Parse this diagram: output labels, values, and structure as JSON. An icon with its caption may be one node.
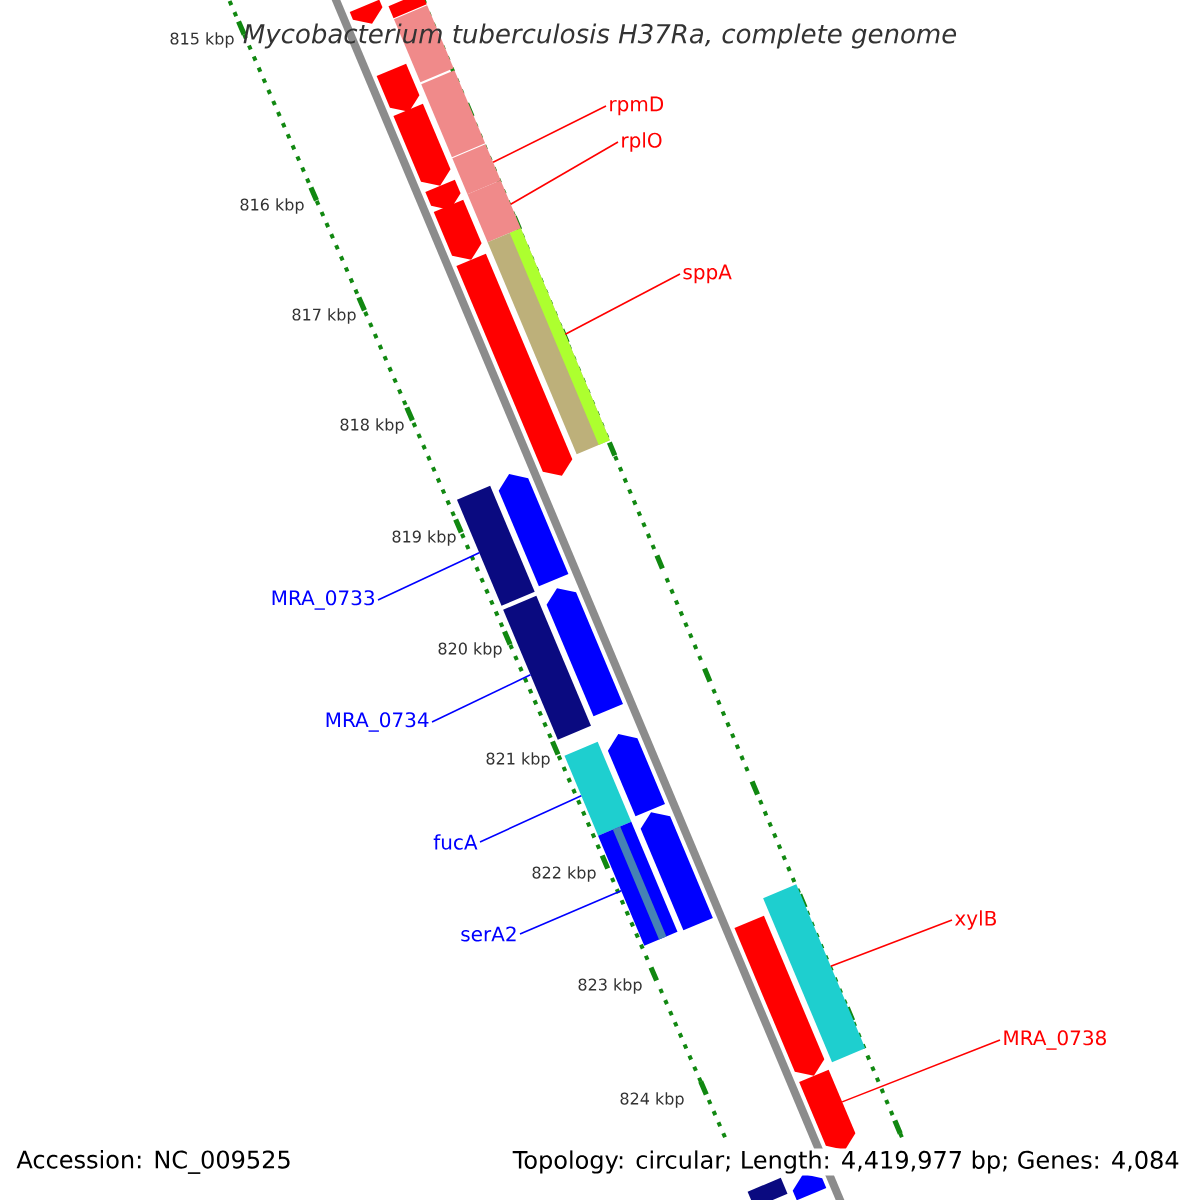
{
  "diagram": {
    "title": "Mycobacterium tuberculosis H37Ra, complete genome",
    "nodes": [
      {
        "text": [
          "rpmD"
        ]
      },
      {
        "text": [
          "rplO"
        ]
      },
      {
        "text": [
          "sppA"
        ]
      },
      {
        "text": [
          "MRA_0733"
        ]
      },
      {
        "text": [
          "MRA_0734"
        ]
      },
      {
        "text": [
          "fucA"
        ]
      },
      {
        "text": [
          "serA2"
        ]
      },
      {
        "text": [
          "xylB"
        ]
      },
      {
        "text": [
          "MRA_0738"
        ]
      },
      {
        "text": [],
        "shape": "bar"
      },
      {
        "text": [],
        "shape": "arrow"
      },
      {
        "text": [],
        "shape": "bar"
      },
      {
        "text": [],
        "shape": "arrow"
      },
      {
        "text": [],
        "shape": "bar"
      },
      {
        "text": [],
        "shape": "arrow"
      },
      {
        "text": [],
        "shape": "bar"
      },
      {
        "text": [],
        "shape": "arrow"
      },
      {
        "text": [],
        "shape": "arrow"
      },
      {
        "text": [],
        "shape": "bar"
      },
      {
        "text": [],
        "shape": "bar"
      },
      {
        "text": [],
        "shape": "arrow"
      },
      {
        "text": [],
        "shape": "bar"
      },
      {
        "text": [],
        "shape": "arrow"
      },
      {
        "text": [],
        "shape": "bar"
      },
      {
        "text": [],
        "shape": "arrow"
      },
      {
        "text": [],
        "shape": "bar"
      },
      {
        "text": [],
        "shape": "arrow"
      },
      {
        "text": [],
        "shape": "bar"
      },
      {
        "text": [],
        "shape": "arrow"
      },
      {
        "text": [],
        "shape": "bar"
      },
      {
        "text": [],
        "shape": "arrow"
      },
      {
        "text": [],
        "shape": "arrow"
      },
      {
        "text": [],
        "shape": "bar"
      },
      {
        "text": [],
        "shape": "arrow"
      }
    ],
    "edges": [
      {
        "from": 0,
        "to": 15,
        "arrow": "none"
      },
      {
        "from": 1,
        "to": 18,
        "arrow": "none"
      },
      {
        "from": 2,
        "to": 19,
        "arrow": "none"
      },
      {
        "from": 3,
        "to": 21,
        "arrow": "none",
        "color": "#0000ff"
      },
      {
        "from": 4,
        "to": 23,
        "arrow": "none",
        "color": "#0000ff"
      },
      {
        "from": 5,
        "to": 25,
        "arrow": "none",
        "color": "#0000ff"
      },
      {
        "from": 6,
        "to": 27,
        "arrow": "none",
        "color": "#0000ff"
      },
      {
        "from": 7,
        "to": 29,
        "arrow": "none"
      },
      {
        "from": 8,
        "to": 31,
        "arrow": "none"
      }
    ],
    "labels": [
      "815 kbp",
      "816 kbp",
      "817 kbp",
      "818 kbp",
      "819 kbp",
      "820 kbp",
      "821 kbp",
      "822 kbp",
      "823 kbp",
      "824 kbp",
      "Accession: NC_009525",
      "Topology: circular; Length: 4,419,977 bp; Genes: 4,084"
    ]
  }
}
